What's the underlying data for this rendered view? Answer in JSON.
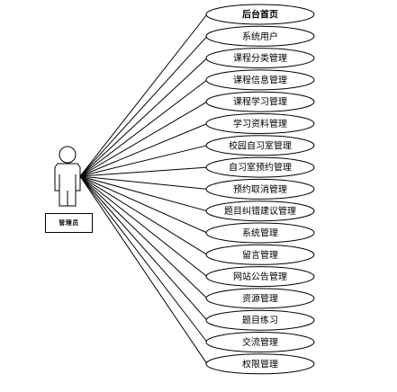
{
  "actor": {
    "name": "管理员"
  },
  "use_cases": [
    {
      "label": "后台首页",
      "bold": true
    },
    {
      "label": "系统用户"
    },
    {
      "label": "课程分类管理"
    },
    {
      "label": "课程信息管理"
    },
    {
      "label": "课程学习管理"
    },
    {
      "label": "学习资料管理"
    },
    {
      "label": "校园自习室管理"
    },
    {
      "label": "自习室预约管理"
    },
    {
      "label": "预约取消管理"
    },
    {
      "label": "题目纠错建议管理"
    },
    {
      "label": "系统管理"
    },
    {
      "label": "留言管理"
    },
    {
      "label": "网站公告管理"
    },
    {
      "label": "资源管理"
    },
    {
      "label": "题目练习"
    },
    {
      "label": "交流管理"
    },
    {
      "label": "权限管理"
    }
  ]
}
